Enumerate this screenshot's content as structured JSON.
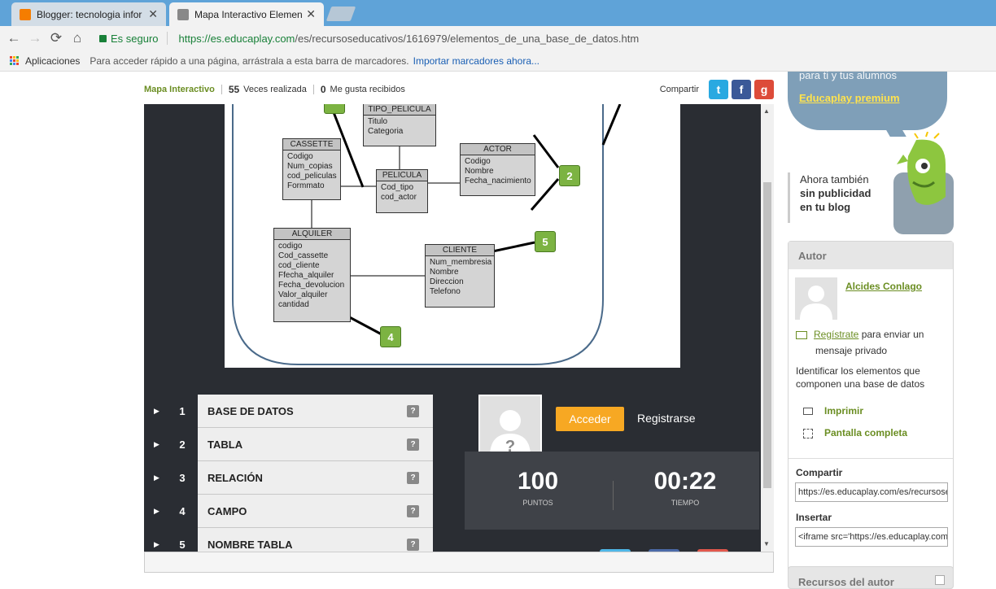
{
  "browser": {
    "tabs": [
      {
        "title": "Blogger: tecnologia infor",
        "favicon_color": "#f57d00"
      },
      {
        "title": "Mapa Interactivo Elemen",
        "favicon_color": "#888888"
      }
    ],
    "close_glyph": "✕",
    "secure_label": "Es seguro",
    "url_host": "https://es.educaplay.com",
    "url_path": "/es/recursoseducativos/1616979/elementos_de_una_base_de_datos.htm",
    "bookmarks": {
      "apps_label": "Aplicaciones",
      "hint": "Para acceder rápido a una página, arrástrala a esta barra de marcadores.",
      "import_link": "Importar marcadores ahora..."
    }
  },
  "activity": {
    "type": "Mapa Interactivo",
    "times_count": "55",
    "times_label": "Veces realizada",
    "likes_count": "0",
    "likes_label": "Me gusta recibidos",
    "share_label": "Compartir"
  },
  "diagram": {
    "entities": [
      {
        "name": "TIPO_PELICULA",
        "fields": [
          "Titulo",
          "Categoria"
        ]
      },
      {
        "name": "CASSETTE",
        "fields": [
          "Codigo",
          "Num_copias",
          "cod_peliculas",
          "Formmato"
        ]
      },
      {
        "name": "PELICULA",
        "fields": [
          "Cod_tipo",
          "cod_actor"
        ]
      },
      {
        "name": "ACTOR",
        "fields": [
          "Codigo",
          "Nombre",
          "Fecha_nacimiento"
        ]
      },
      {
        "name": "ALQUILER",
        "fields": [
          "codigo",
          "Cod_cassette",
          "cod_cliente",
          "Ffecha_alquiler",
          "Fecha_devolucion",
          "Valor_alquiler",
          "cantidad"
        ]
      },
      {
        "name": "CLIENTE",
        "fields": [
          "Num_membresia",
          "Nombre",
          "Direccion",
          "Telefono"
        ]
      }
    ],
    "markers": [
      "2",
      "5",
      "4"
    ]
  },
  "words": [
    {
      "num": "1",
      "label": "BASE DE DATOS"
    },
    {
      "num": "2",
      "label": "TABLA"
    },
    {
      "num": "3",
      "label": "RELACIÓN"
    },
    {
      "num": "4",
      "label": "CAMPO"
    },
    {
      "num": "5",
      "label": "NOMBRE TABLA"
    }
  ],
  "help_glyph": "?",
  "login": {
    "acceder": "Acceder",
    "registrarse": "Registrarse"
  },
  "score": {
    "points_value": "100",
    "points_label": "PUNTOS",
    "time_value": "00:22",
    "time_label": "TIEMPO"
  },
  "sidebar": {
    "promo_line": "para ti y tus alumnos",
    "promo_link": "Educaplay premium",
    "nopub_1": "Ahora también",
    "nopub_2": "sin publicidad",
    "nopub_3": "en tu blog",
    "autor_header": "Autor",
    "autor_name": "Alcides Conlago",
    "register_link": "Regístrate",
    "register_text_1": "para enviar un",
    "register_text_2": "mensaje privado",
    "description_1": "Identificar los elementos que",
    "description_2": "componen una base de datos",
    "print": "Imprimir",
    "fullscreen": "Pantalla completa",
    "share_label": "Compartir",
    "share_url": "https://es.educaplay.com/es/recursoseducativos",
    "embed_label": "Insertar",
    "embed_code": "<iframe src='https://es.educaplay.com",
    "recursos_header": "Recursos del autor"
  }
}
